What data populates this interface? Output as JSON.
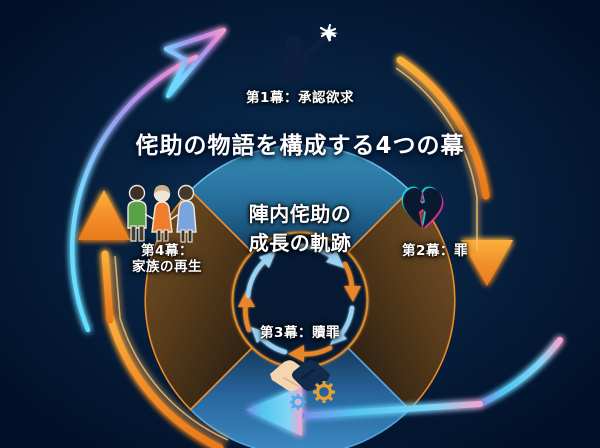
{
  "diagram": {
    "title": "侘助の物語を構成する4つの幕",
    "center_line1": "陣内侘助の",
    "center_line2": "成長の軌跡",
    "background_color": "#02122b"
  },
  "acts": [
    {
      "id": "act1",
      "label": "第1幕：承認欲求",
      "icon": "person-reaching-star-icon",
      "segment_color": "#2f82ad",
      "segment_color_dark": "#16405f",
      "border_color": "#5ab7e8"
    },
    {
      "id": "act2",
      "label": "第2幕：罪",
      "icon": "broken-heart-icon",
      "segment_color": "#6e4a24",
      "segment_color_dark": "#2a1d12",
      "border_color": "#f08a2a"
    },
    {
      "id": "act3",
      "label": "第3幕：贖罪",
      "icon": "handshake-gears-icon",
      "segment_color": "#2a6ea6",
      "segment_color_dark": "#15395c",
      "border_color": "#3f9fe0"
    },
    {
      "id": "act4",
      "label": "第4幕：\n家族の再生",
      "label_line1": "第4幕：",
      "label_line2": "家族の再生",
      "icon": "family-three-people-icon",
      "segment_color": "#6e4a24",
      "segment_color_dark": "#2a1d12",
      "border_color": "#f08a2a"
    }
  ],
  "outer_arrows": [
    {
      "name": "outer-arrow-top-left",
      "direction": "up-right",
      "color": "#6fd8ff",
      "gradient": "rainbow-cyan-violet-pink"
    },
    {
      "name": "outer-arrow-right",
      "direction": "down",
      "color": "#f79a2e",
      "gradient": "orange"
    },
    {
      "name": "outer-arrow-bottom",
      "direction": "left",
      "color": "#4fc8ee",
      "gradient": "cyan-violet"
    },
    {
      "name": "outer-arrow-left",
      "direction": "up",
      "color": "#f0912b",
      "gradient": "orange"
    }
  ],
  "inner_arrows": [
    {
      "name": "inner-arrow-top-right",
      "color": "#8fd0f5"
    },
    {
      "name": "inner-arrow-right",
      "color": "#e8862a"
    },
    {
      "name": "inner-arrow-bottom-right",
      "color": "#8fd0f5"
    },
    {
      "name": "inner-arrow-bottom",
      "color": "#e8862a"
    },
    {
      "name": "inner-arrow-bottom-left",
      "color": "#8fd0f5"
    },
    {
      "name": "inner-arrow-left",
      "color": "#e8862a"
    },
    {
      "name": "inner-arrow-top-left",
      "color": "#8fd0f5"
    }
  ],
  "colors": {
    "accent_cyan": "#4fc8ee",
    "accent_orange": "#f0912b",
    "ring_orange": "#e08a2c",
    "ring_blue": "#3f9fe0",
    "text_white": "#ffffff"
  }
}
